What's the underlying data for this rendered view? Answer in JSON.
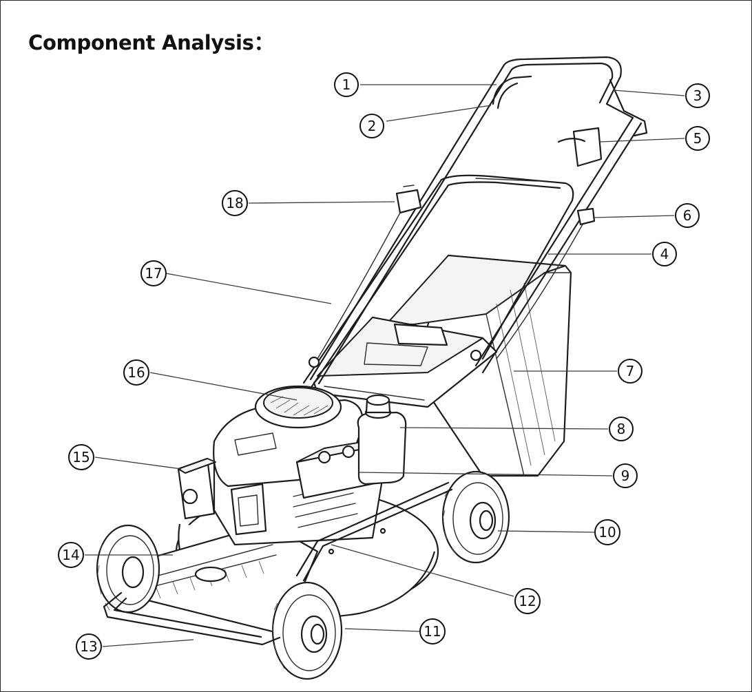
{
  "title": "Component Analysis：",
  "callouts": [
    {
      "id": 1,
      "label": "1"
    },
    {
      "id": 2,
      "label": "2"
    },
    {
      "id": 3,
      "label": "3"
    },
    {
      "id": 4,
      "label": "4"
    },
    {
      "id": 5,
      "label": "5"
    },
    {
      "id": 6,
      "label": "6"
    },
    {
      "id": 7,
      "label": "7"
    },
    {
      "id": 8,
      "label": "8"
    },
    {
      "id": 9,
      "label": "9"
    },
    {
      "id": 10,
      "label": "10"
    },
    {
      "id": 11,
      "label": "11"
    },
    {
      "id": 12,
      "label": "12"
    },
    {
      "id": 13,
      "label": "13"
    },
    {
      "id": 14,
      "label": "14"
    },
    {
      "id": 15,
      "label": "15"
    },
    {
      "id": 16,
      "label": "16"
    },
    {
      "id": 17,
      "label": "17"
    },
    {
      "id": 18,
      "label": "18"
    }
  ],
  "illustration": {
    "subject": "lawn-mower-line-drawing"
  }
}
